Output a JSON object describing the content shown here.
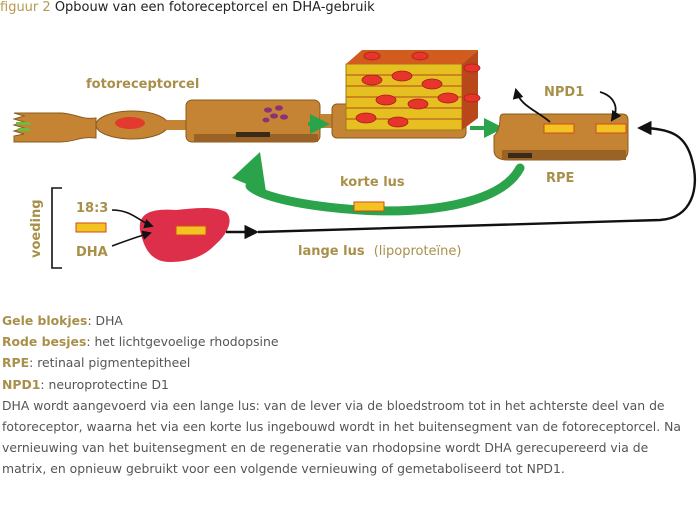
{
  "caption": {
    "figure": "figuur 2",
    "title": "Opbouw van een fotoreceptorcel en DHA-gebruik"
  },
  "diagram": {
    "fotoreceptorcel": "fotoreceptorcel",
    "npd1": "NPD1",
    "rpe": "RPE",
    "korte_lus": "korte lus",
    "lange_lus": "lange lus",
    "lipoproteine": "(lipoproteïne)",
    "voeding": "voeding",
    "fatty_acid": "18:3",
    "dha": "DHA"
  },
  "legend": [
    {
      "term": "Gele blokjes",
      "desc": ": DHA"
    },
    {
      "term": "Rode besjes",
      "desc": ": het lichtgevoelige rhodopsine"
    },
    {
      "term": "RPE",
      "desc": ": retinaal pigmentepitheel"
    },
    {
      "term": "NPD1",
      "desc": ": neuroprotectine D1"
    }
  ],
  "description": "DHA wordt aangevoerd via een lange lus: van de lever via de bloedstroom tot in het achterste deel van de fotoreceptor, waarna het via een korte lus ingebouwd wordt in het buitensegment van de fotoreceptorcel. Na vernieuwing van het buitensegment en de regeneratie van rhodopsine wordt DHA gerecupereerd via de matrix, en opnieuw gebruikt voor een volgende vernieuwing of gemetaboliseerd tot NPD1."
}
